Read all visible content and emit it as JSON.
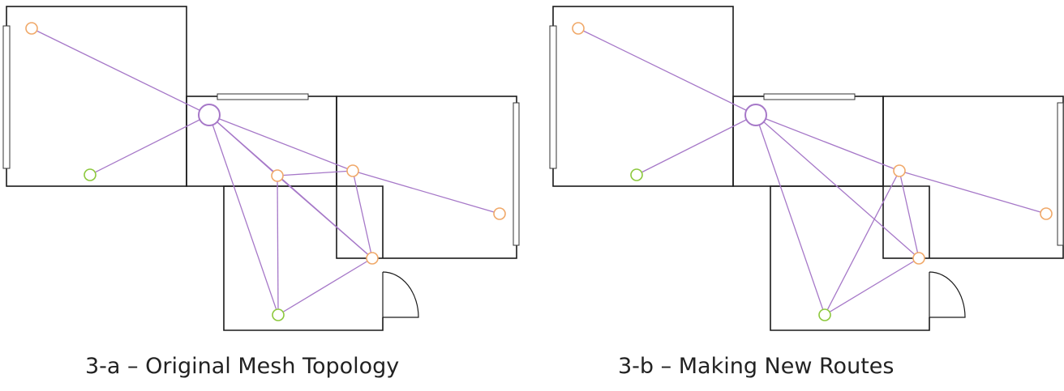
{
  "colors": {
    "link": "#a678c8",
    "router": "#a678c8",
    "end_device": "#f0a868",
    "coordinator": "#8cc83c",
    "wall": "#1a1a1a"
  },
  "panels": [
    {
      "caption": "3-a – Original Mesh Topology",
      "nodes": [
        {
          "id": "hub",
          "type": "router"
        },
        {
          "id": "o1",
          "type": "end_device"
        },
        {
          "id": "o2",
          "type": "end_device"
        },
        {
          "id": "o3",
          "type": "end_device"
        },
        {
          "id": "o4",
          "type": "end_device"
        },
        {
          "id": "o5",
          "type": "end_device"
        },
        {
          "id": "g1",
          "type": "coordinator"
        },
        {
          "id": "g2",
          "type": "coordinator"
        }
      ],
      "links": [
        [
          "hub",
          "o1"
        ],
        [
          "hub",
          "g1"
        ],
        [
          "hub",
          "o2"
        ],
        [
          "hub",
          "o3"
        ],
        [
          "hub",
          "o5"
        ],
        [
          "hub",
          "g2"
        ],
        [
          "o2",
          "o3"
        ],
        [
          "o2",
          "g2"
        ],
        [
          "o2",
          "o5"
        ],
        [
          "o3",
          "o5"
        ],
        [
          "o3",
          "o4"
        ],
        [
          "o5",
          "g2"
        ]
      ]
    },
    {
      "caption": "3-b – Making New Routes",
      "nodes": [
        {
          "id": "hub",
          "type": "router"
        },
        {
          "id": "o1",
          "type": "end_device"
        },
        {
          "id": "o3",
          "type": "end_device"
        },
        {
          "id": "o4",
          "type": "end_device"
        },
        {
          "id": "o5",
          "type": "end_device"
        },
        {
          "id": "g1",
          "type": "coordinator"
        },
        {
          "id": "g2",
          "type": "coordinator"
        }
      ],
      "links": [
        [
          "hub",
          "o1"
        ],
        [
          "hub",
          "g1"
        ],
        [
          "hub",
          "o3"
        ],
        [
          "hub",
          "g2"
        ],
        [
          "hub",
          "o5"
        ],
        [
          "o3",
          "o4"
        ],
        [
          "o3",
          "g2"
        ],
        [
          "o3",
          "o5"
        ],
        [
          "o5",
          "g2"
        ]
      ]
    }
  ]
}
